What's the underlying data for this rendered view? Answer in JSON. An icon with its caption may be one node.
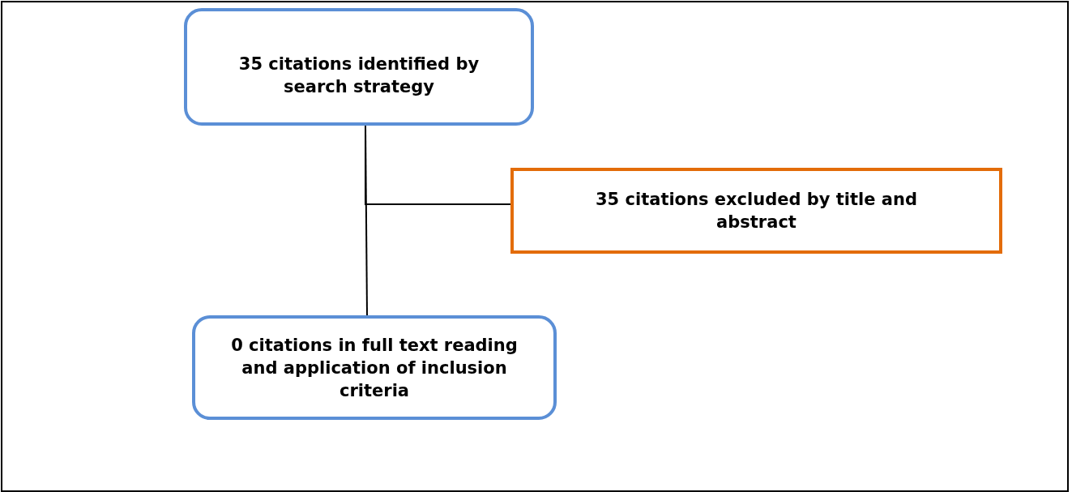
{
  "diagram": {
    "nodes": [
      {
        "text": [
          "35 citations identified by search strategy"
        ]
      },
      {
        "text": [
          "35 citations excluded by title and abstract"
        ]
      },
      {
        "text": [
          "0 citations in full text reading and application of inclusion criteria"
        ]
      }
    ],
    "edges": [
      {
        "from": 0,
        "to": 1,
        "arrow": "none"
      },
      {
        "from": 0,
        "to": 2,
        "arrow": "none"
      }
    ]
  }
}
